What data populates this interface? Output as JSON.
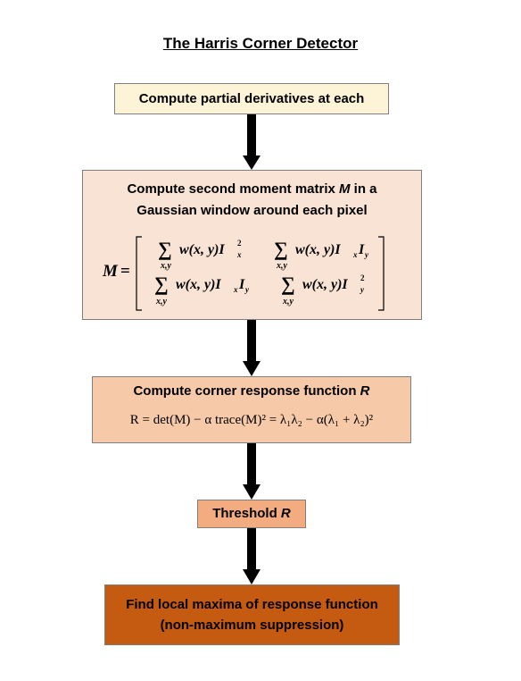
{
  "title": "The Harris Corner Detector",
  "steps": [
    {
      "label": "Compute partial derivatives at each"
    },
    {
      "label_line1": "Compute second moment matrix ",
      "label_var": "M",
      "label_line1_end": " in a",
      "label_line2": "Gaussian window around each pixel",
      "matrix": {
        "lhs": "M",
        "eq": "=",
        "sum": "∑",
        "sub": "x,y",
        "e11": "w(x, y)I",
        "e11_sub": "x",
        "e11_sup": "2",
        "e12": "w(x, y)I",
        "e12_sub1": "x",
        "e12_mid": "I",
        "e12_sub2": "y",
        "e21": "w(x, y)I",
        "e21_sub1": "x",
        "e21_mid": "I",
        "e21_sub2": "y",
        "e22": "w(x, y)I",
        "e22_sub": "y",
        "e22_sup": "2"
      }
    },
    {
      "label": "Compute corner response function ",
      "label_var": "R",
      "equation": "R = det(M) − α trace(M)² = λ₁λ₂ − α(λ₁ + λ₂)²"
    },
    {
      "label": "Threshold ",
      "label_var": "R"
    },
    {
      "label_line1": "Find local maxima of response function",
      "label_line2": "(non-maximum suppression)"
    }
  ],
  "colors": {
    "step1": "#fdf3d6",
    "step2": "#f9e3d4",
    "step3": "#f6c9a8",
    "step4": "#f3ac80",
    "step5": "#c55a11",
    "arrow": "#000000"
  }
}
